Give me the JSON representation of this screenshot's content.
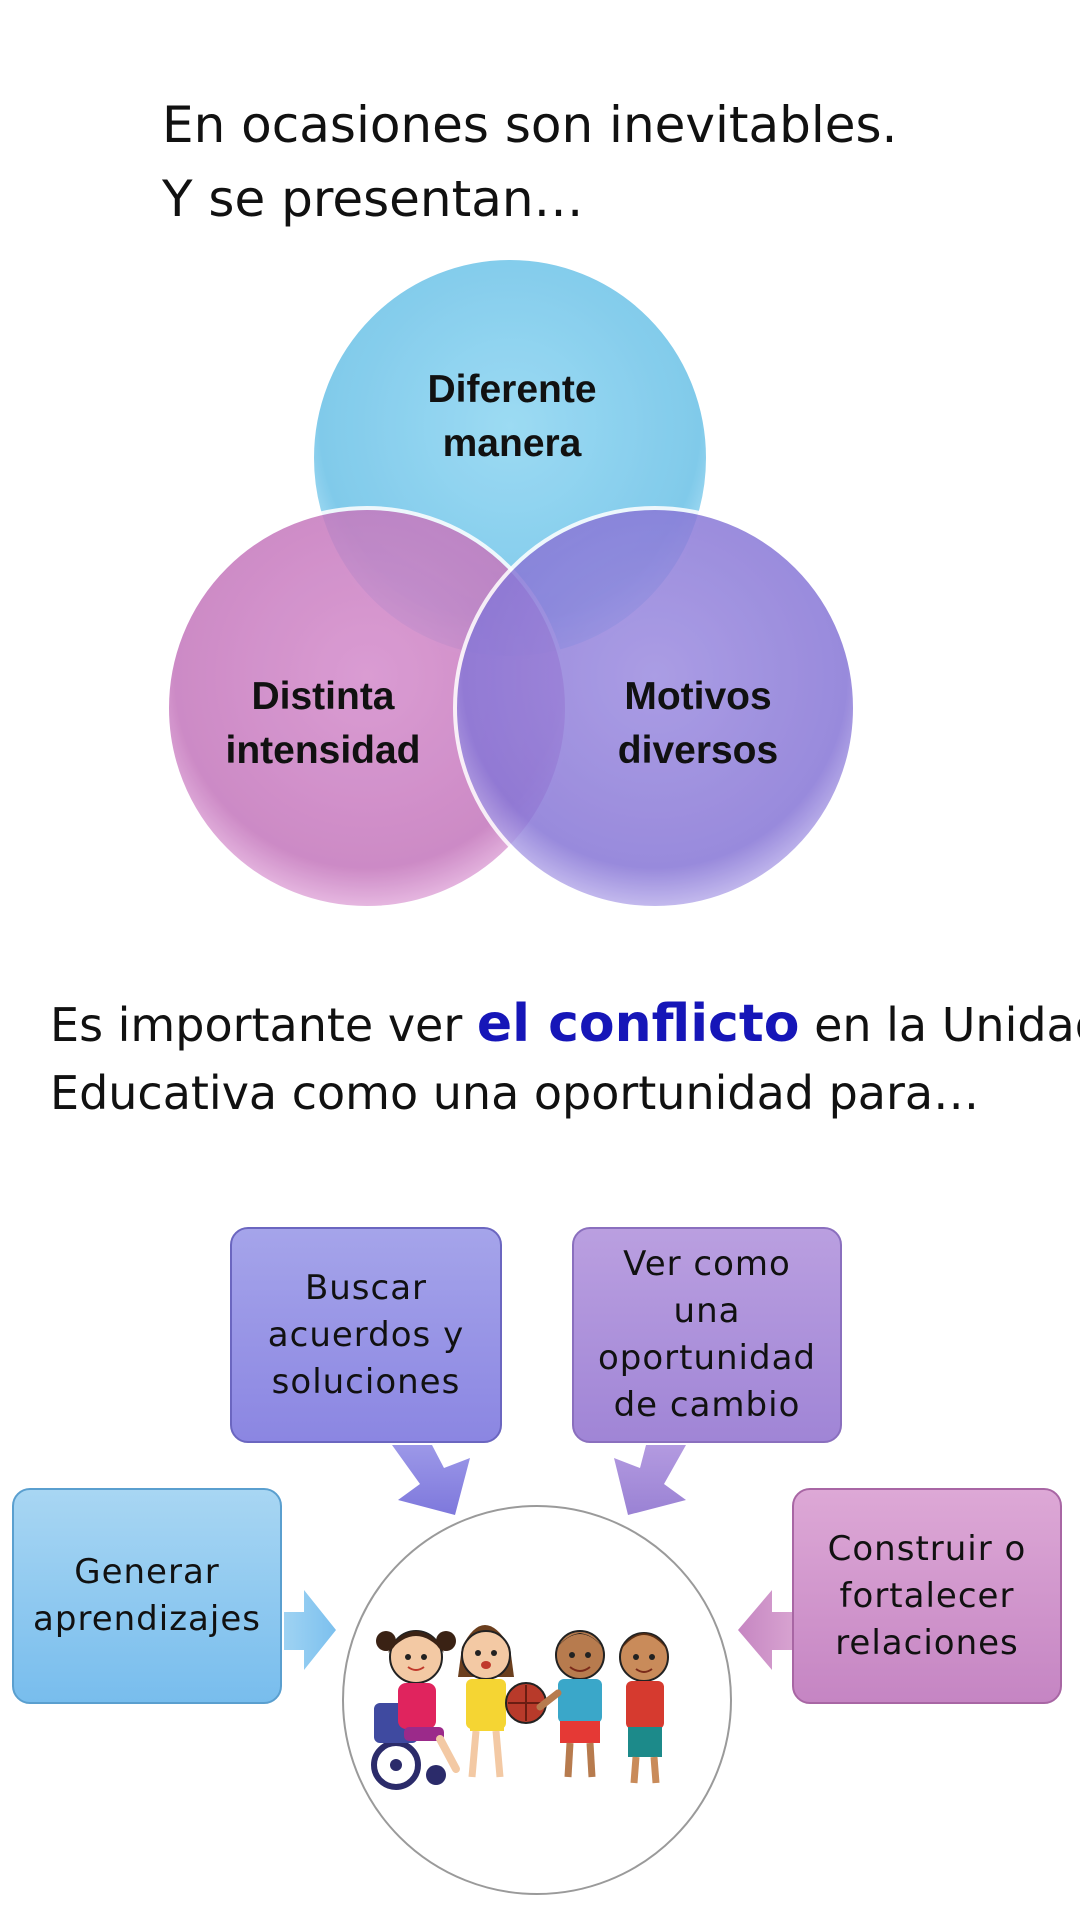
{
  "intro": {
    "line1": "En ocasiones son inevitables.",
    "line2": "Y se presentan…"
  },
  "venn": {
    "top": "Diferente manera",
    "left": "Distinta intensidad",
    "right": "Motivos diversos",
    "colors": {
      "top": "#73c8ea",
      "left": "#c978c0",
      "right": "#8b78d8"
    }
  },
  "statement": {
    "before": "Es importante ver ",
    "highlight": "el conflicto",
    "after": " en la Unidad",
    "line2": "Educativa como una oportunidad para…",
    "highlight_color": "#1616b8"
  },
  "boxes": {
    "buscar": "Buscar\nacuerdos y\nsoluciones",
    "ver": "Ver  como\nuna\noportunidad\nde cambio",
    "generar": "Generar\naprendizajes",
    "construir": "Construir o\nfortalecer\nrelaciones"
  },
  "center_image": "children-group-illustration"
}
